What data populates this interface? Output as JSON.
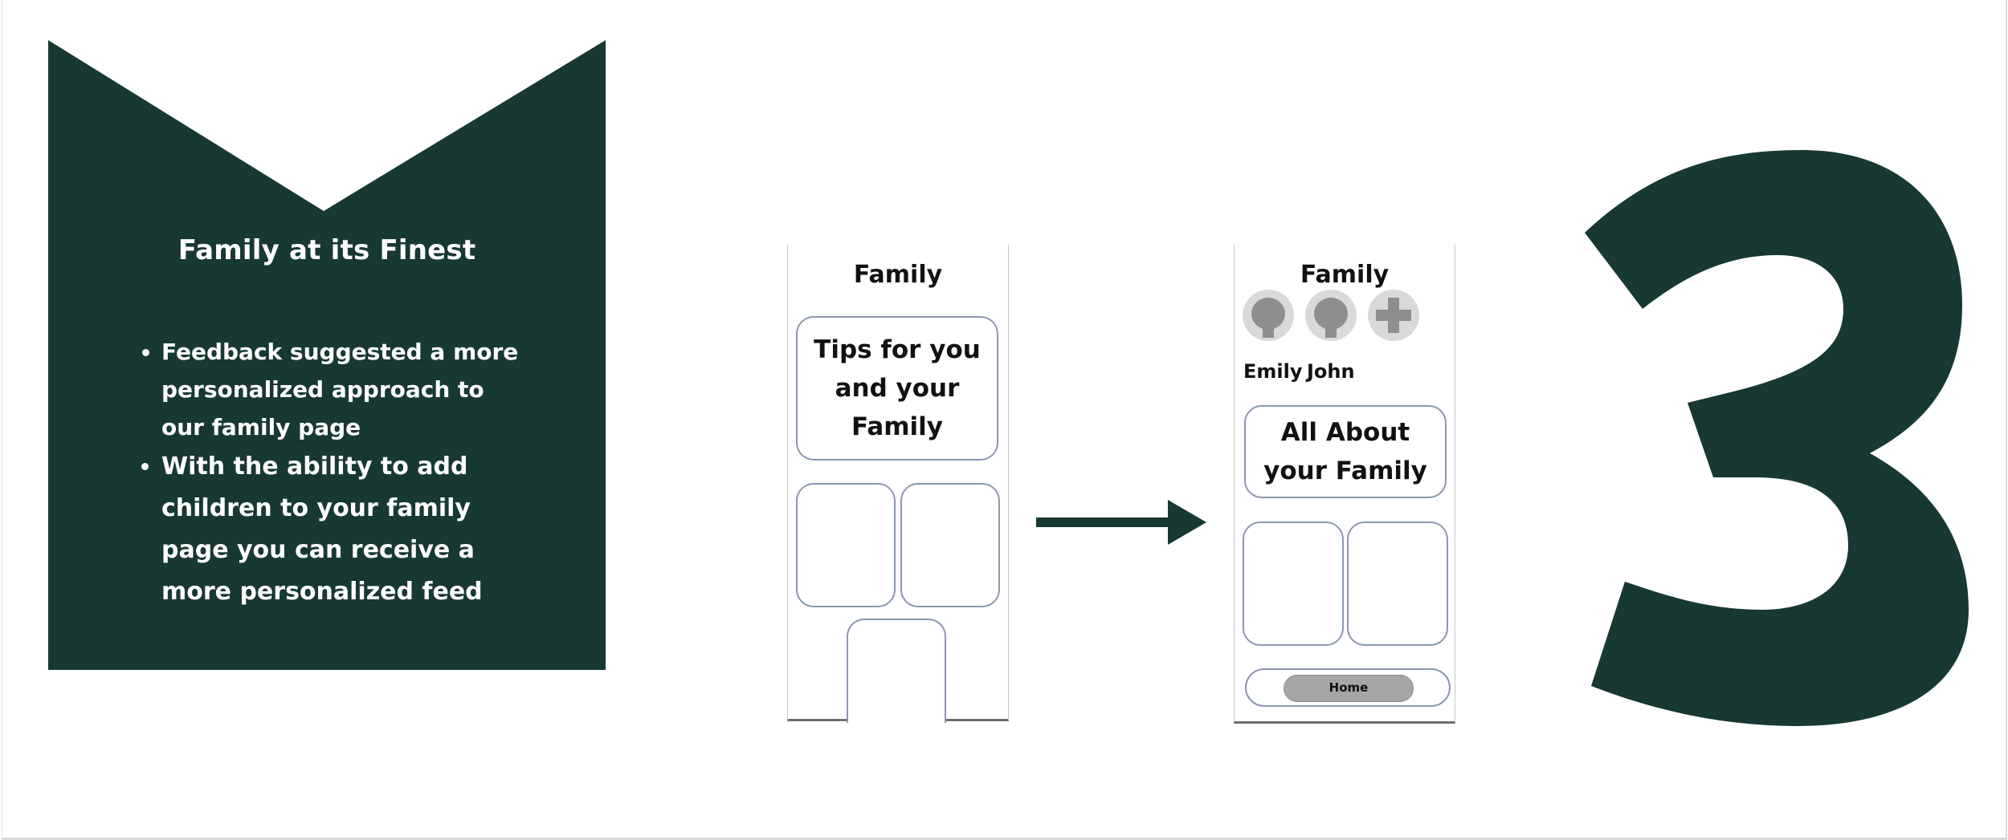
{
  "panel": {
    "title": "Family at its Finest",
    "bullets": [
      "Feedback suggested a more personalized approach to our family page",
      "With the ability to add children to your family page you can receive a more personalized feed"
    ]
  },
  "phone_before": {
    "title": "Family",
    "tips_card": "Tips for you and your Family"
  },
  "phone_after": {
    "title": "Family",
    "profiles": [
      {
        "name": "Emily"
      },
      {
        "name": "John"
      }
    ],
    "add_icon": "plus-icon",
    "about_card": "All About your Family",
    "home_button": "Home"
  },
  "colors": {
    "accent": "#183833",
    "card_border": "#8a98b0",
    "placeholder_grey": "#8e8e8e"
  }
}
